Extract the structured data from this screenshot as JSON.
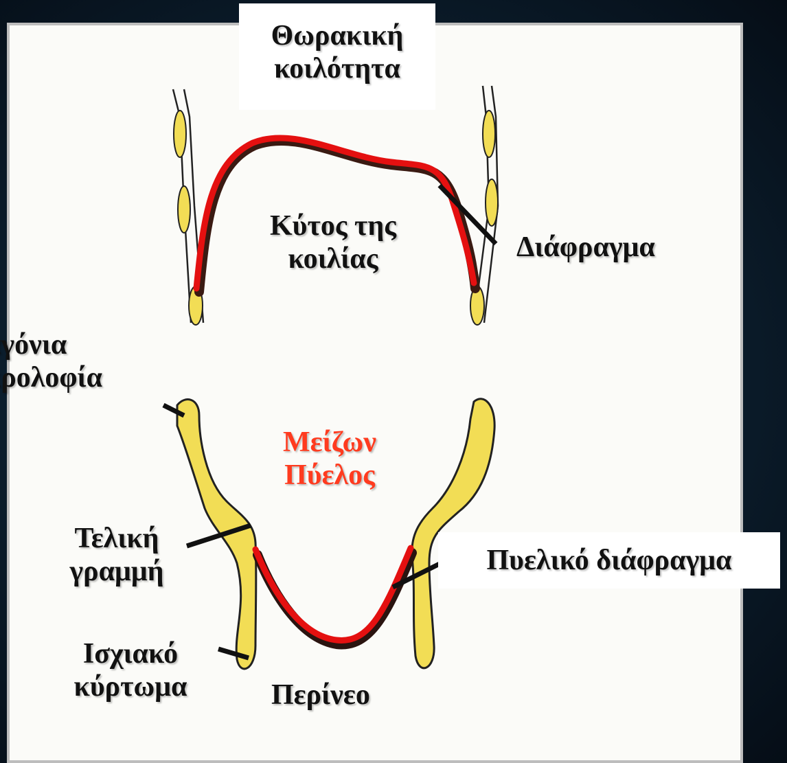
{
  "labels": {
    "thoracic_cavity": [
      "Θωρακική",
      "κοιλότητα"
    ],
    "abdominal_dome": [
      "Κύτος της",
      "κοιλίας"
    ],
    "diaphragm": "Διάφραγμα",
    "iliac_crest": [
      "αγόνια",
      "κρολοφία"
    ],
    "greater_pelvis": [
      "Μείζων",
      "Πύελος"
    ],
    "terminal_line": [
      "Τελική",
      "γραμμή"
    ],
    "pelvic_diaphragm": "Πυελικό διάφραγμα",
    "ischial_tuberosity": [
      "Ισχιακό",
      "κύρτωμα"
    ],
    "perineum": "Περίνεο"
  },
  "colors": {
    "muscle_red": "#e41010",
    "bone_yellow": "#f2dd55",
    "highlight_label": "#ff3b1f",
    "background": "#0b1c2a"
  }
}
